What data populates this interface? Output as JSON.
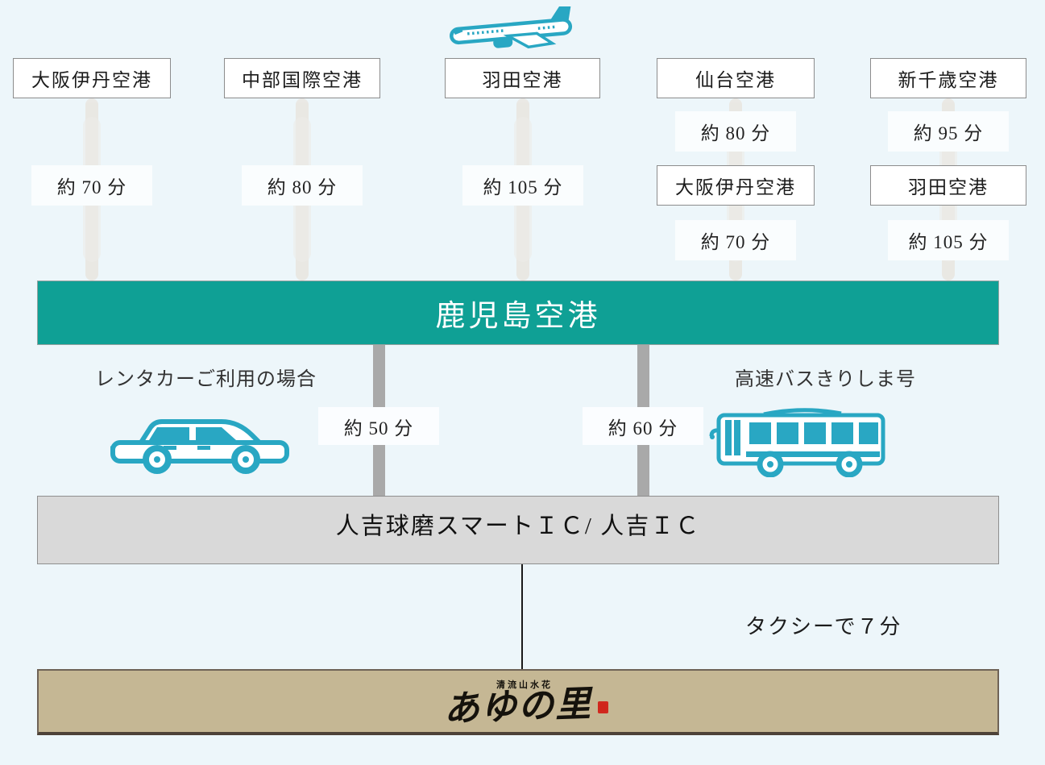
{
  "page": {
    "background_color": "#edf6fa",
    "accent_teal": "#29a7c3",
    "hub_green": "#0fa095",
    "destination_tan": "#c5b794"
  },
  "icons": {
    "plane": "airplane-icon",
    "car": "car-icon",
    "bus": "bus-icon",
    "seal": "red-seal-icon"
  },
  "direct_routes": [
    {
      "airport": "大阪伊丹空港",
      "duration": "約 70 分"
    },
    {
      "airport": "中部国際空港",
      "duration": "約 80 分"
    },
    {
      "airport": "羽田空港",
      "duration": "約 105 分"
    }
  ],
  "transfer_routes": [
    {
      "origin": "仙台空港",
      "leg1": "約 80 分",
      "via": "大阪伊丹空港",
      "leg2": "約 70 分"
    },
    {
      "origin": "新千歳空港",
      "leg1": "約 95 分",
      "via": "羽田空港",
      "leg2": "約 105 分"
    }
  ],
  "hub": {
    "name": "鹿児島空港"
  },
  "ground": {
    "car_label": "レンタカーご利用の場合",
    "car_duration": "約 50 分",
    "bus_label": "高速バスきりしま号",
    "bus_duration": "約 60 分"
  },
  "interchange": {
    "name": "人吉球磨スマートＩＣ/ 人吉ＩＣ"
  },
  "taxi": {
    "label": "タクシーで７分"
  },
  "destination": {
    "tagline": "清流山水花",
    "name": "あゆの里"
  }
}
